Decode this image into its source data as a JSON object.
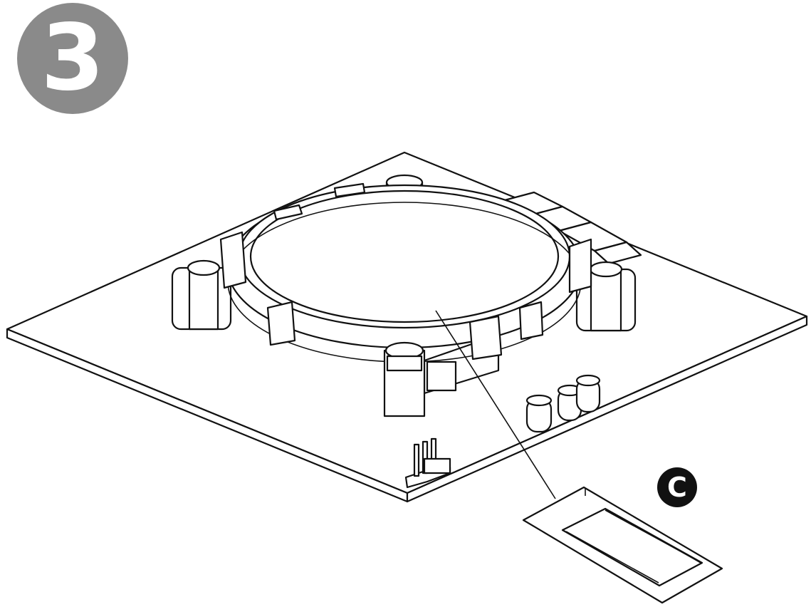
{
  "step": {
    "number": "3"
  },
  "callout": {
    "letter": "C"
  },
  "colors": {
    "step_badge": "#8a8a8a",
    "callout_badge": "#111111",
    "line": "#111111"
  },
  "icons": [
    "motherboard",
    "cpu-socket",
    "cpu-bracket-ring",
    "mounting-standoff",
    "thermal-paste",
    "capacitor",
    "fan-header",
    "cooler-contact-plate"
  ]
}
